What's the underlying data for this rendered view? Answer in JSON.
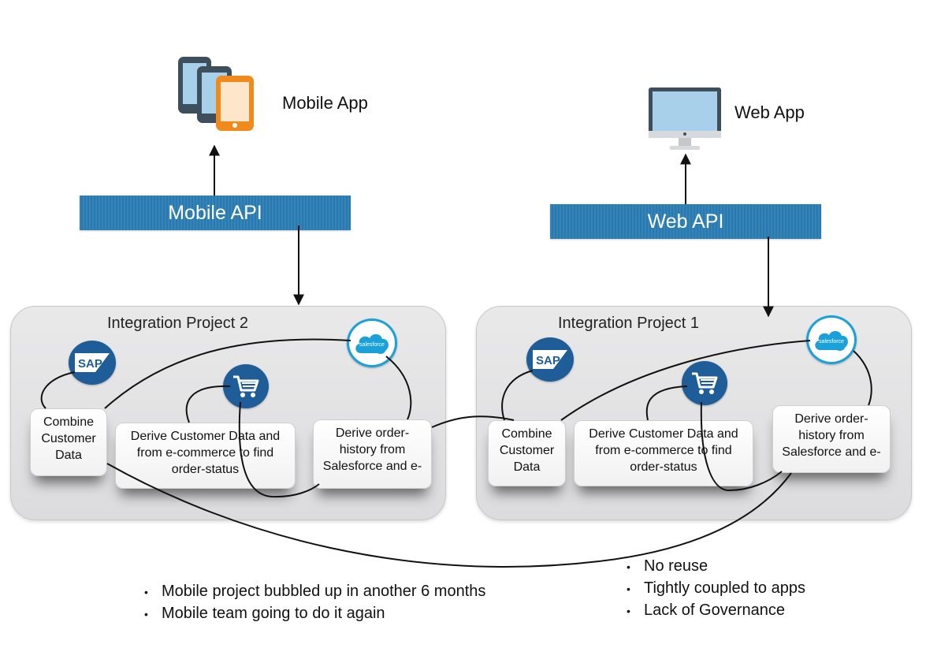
{
  "apps": {
    "mobile": {
      "label": "Mobile App",
      "icon": "mobile-devices-icon"
    },
    "web": {
      "label": "Web App",
      "icon": "desktop-monitor-icon"
    }
  },
  "apis": {
    "mobile": {
      "label": "Mobile API"
    },
    "web": {
      "label": "Web API"
    }
  },
  "projects": [
    {
      "title": "Integration Project  2",
      "tasks": [
        {
          "lines": [
            "Combine",
            "Customer",
            "Data"
          ]
        },
        {
          "lines": [
            "Derive Customer Data and",
            "from e-commerce to find",
            "order-status"
          ]
        },
        {
          "lines": [
            "Derive order-",
            "history from",
            "Salesforce and e-"
          ]
        }
      ]
    },
    {
      "title": "Integration Project  1",
      "tasks": [
        {
          "lines": [
            "Combine",
            "Customer",
            "Data"
          ]
        },
        {
          "lines": [
            "Derive Customer Data and",
            "from e-commerce to find",
            "order-status"
          ]
        },
        {
          "lines": [
            "Derive order-",
            "history from",
            "Salesforce and e-"
          ]
        }
      ]
    }
  ],
  "icons": {
    "sap": {
      "text": "SAP",
      "icon": "sap-logo-icon",
      "color": "#1e5d97"
    },
    "salesforce": {
      "text": "salesforce",
      "icon": "salesforce-logo-icon",
      "color": "#1aa1d9"
    },
    "cart": {
      "icon": "shopping-cart-icon",
      "color": "#1e5d97"
    }
  },
  "bullets_left": [
    "Mobile project bubbled up in another 6 months",
    "Mobile team going to do it again"
  ],
  "bullets_right": [
    "No reuse",
    "Tightly coupled to apps",
    "Lack of Governance"
  ],
  "colors": {
    "api_bar": "#2a7db4",
    "accent_orange": "#f08a1c"
  }
}
